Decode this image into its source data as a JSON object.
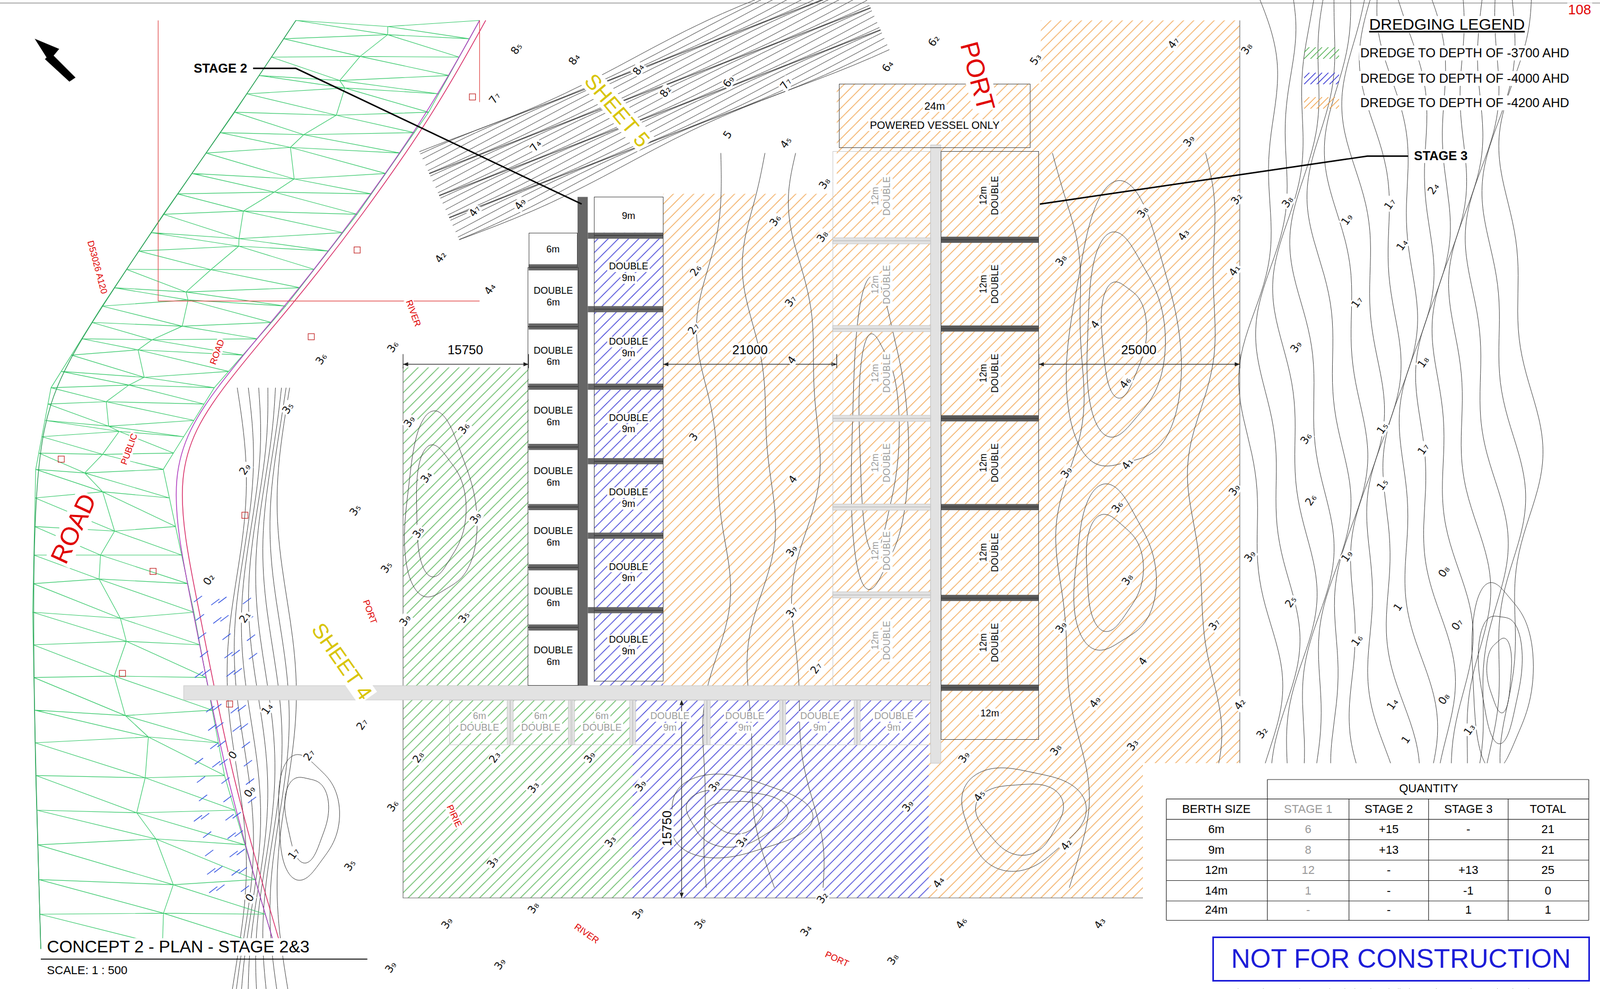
{
  "diagram": {
    "title": "CONCEPT 2 - PLAN - STAGE 2&3",
    "nodes": [
      {
        "text": [
          "24m",
          "POWERED VESSEL ONLY"
        ]
      },
      {
        "text": [
          "6m"
        ]
      },
      {
        "text": [
          "DOUBLE",
          "6m"
        ]
      },
      {
        "text": [
          "DOUBLE",
          "6m"
        ]
      },
      {
        "text": [
          "DOUBLE",
          "6m"
        ]
      },
      {
        "text": [
          "DOUBLE",
          "6m"
        ]
      },
      {
        "text": [
          "DOUBLE",
          "6m"
        ]
      },
      {
        "text": [
          "DOUBLE",
          "6m"
        ]
      },
      {
        "text": [
          "DOUBLE",
          "6m"
        ]
      },
      {
        "text": [
          "9m"
        ]
      },
      {
        "text": [
          "DOUBLE",
          "9m"
        ]
      },
      {
        "text": [
          "DOUBLE",
          "9m"
        ]
      },
      {
        "text": [
          "DOUBLE",
          "9m"
        ]
      },
      {
        "text": [
          "DOUBLE",
          "9m"
        ]
      },
      {
        "text": [
          "DOUBLE",
          "9m"
        ]
      },
      {
        "text": [
          "DOUBLE",
          "9m"
        ]
      },
      {
        "text": [
          "12m",
          "DOUBLE"
        ]
      },
      {
        "text": [
          "12m",
          "DOUBLE"
        ]
      },
      {
        "text": [
          "12m",
          "DOUBLE"
        ]
      },
      {
        "text": [
          "12m",
          "DOUBLE"
        ]
      },
      {
        "text": [
          "12m",
          "DOUBLE"
        ]
      },
      {
        "text": [
          "12m",
          "DOUBLE"
        ]
      },
      {
        "text": [
          "12m",
          "DOUBLE"
        ]
      },
      {
        "text": [
          "12m",
          "DOUBLE"
        ]
      },
      {
        "text": [
          "12m",
          "DOUBLE"
        ]
      },
      {
        "text": [
          "12m",
          "DOUBLE"
        ]
      },
      {
        "text": [
          "12m",
          "DOUBLE"
        ]
      },
      {
        "text": [
          "12m",
          "DOUBLE"
        ]
      },
      {
        "text": [
          "12m"
        ]
      },
      {
        "text": [
          "6m",
          "DOUBLE"
        ]
      },
      {
        "text": [
          "6m",
          "DOUBLE"
        ]
      },
      {
        "text": [
          "6m",
          "DOUBLE"
        ]
      },
      {
        "text": [
          "DOUBLE",
          "9m"
        ]
      },
      {
        "text": [
          "DOUBLE",
          "9m"
        ]
      },
      {
        "text": [
          "DOUBLE",
          "9m"
        ]
      },
      {
        "text": [
          "DOUBLE",
          "9m"
        ]
      },
      {
        "text": [
          "NOT FOR CONSTRUCTION"
        ]
      }
    ],
    "labels": [
      "108",
      "STAGE 2",
      "STAGE 3",
      "DREDGING LEGEND",
      "SHEET 5",
      "SHEET 4",
      "PORT",
      "ROAD",
      "PUBLIC",
      "ROAD",
      "RIVER",
      "D53026 A120",
      "PORT",
      "PIRIE",
      "RIVER",
      "PORT",
      "15750",
      "21000",
      "25000",
      "15750",
      "SCALE: 1 : 500",
      "QUANTITY",
      "BERTH SIZE",
      "STAGE 1",
      "STAGE 2",
      "STAGE 3",
      "TOTAL",
      "6m",
      "6",
      "+15",
      "-",
      "21",
      "9m",
      "8",
      "+13",
      "21",
      "12m",
      "12",
      "-",
      "+13",
      "25",
      "14m",
      "1",
      "-",
      "-1",
      "0",
      "24m",
      "-",
      "-",
      "1",
      "1",
      "8₅",
      "8₄",
      "8₄",
      "8₂",
      "6₉",
      "7₇",
      "6₄",
      "6₂",
      "5₃",
      "4₇",
      "3₈",
      "7₇",
      "7₄",
      "5",
      "4₅",
      "3₉",
      "3₈",
      "3₂",
      "1₇",
      "2₄",
      "4₇",
      "4₉",
      "3₈",
      "3₈",
      "3₆",
      "3₈",
      "4₃",
      "3₈",
      "1₉",
      "1₄",
      "4₂",
      "4₄",
      "2₆",
      "3₇",
      "4₁",
      "3₆",
      "2₇",
      "4",
      "4₆",
      "4",
      "3₉",
      "1₇",
      "1₈",
      "3₆",
      "3₅",
      "3₉",
      "3₆",
      "3",
      "4",
      "3₉",
      "4₁",
      "3₆",
      "1₅",
      "1₇",
      "3₄",
      "3₉",
      "3₅",
      "3₉",
      "3₆",
      "1₅",
      "2₆",
      "2₉",
      "3₅",
      "3₅",
      "3₉",
      "3₈",
      "3₉",
      "1₉",
      "3₉",
      "3₅",
      "3₇",
      "3₉",
      "3₇",
      "2₅",
      "1",
      "0₈",
      "0₇",
      "2₇",
      "4",
      "1₆",
      "1₄",
      "0₈",
      "1",
      "1₃",
      "1₄",
      "2₇",
      "2₈",
      "2₃",
      "3₉",
      "3₉",
      "3₈",
      "4₉",
      "4₂",
      "3₂",
      "3₃",
      "0",
      "2₇",
      "0₉",
      "3₆",
      "3₃",
      "3₉",
      "3₉",
      "4₅",
      "3₃",
      "3₄",
      "3₉",
      "4₄",
      "4₂",
      "3₃",
      "3₅",
      "1₇",
      "0",
      "3₉",
      "3₈",
      "3₉",
      "3₆",
      "3₂",
      "3₄",
      "3₈",
      "4₆",
      "4₃",
      "3₉",
      "3₉",
      "2₁",
      "0₂"
    ],
    "legend": [
      {
        "text": "DREDGE TO DEPTH OF -3700 AHD"
      },
      {
        "text": "DREDGE TO DEPTH OF -4000 AHD"
      },
      {
        "text": "DREDGE TO DEPTH OF -4200 AHD"
      }
    ]
  }
}
